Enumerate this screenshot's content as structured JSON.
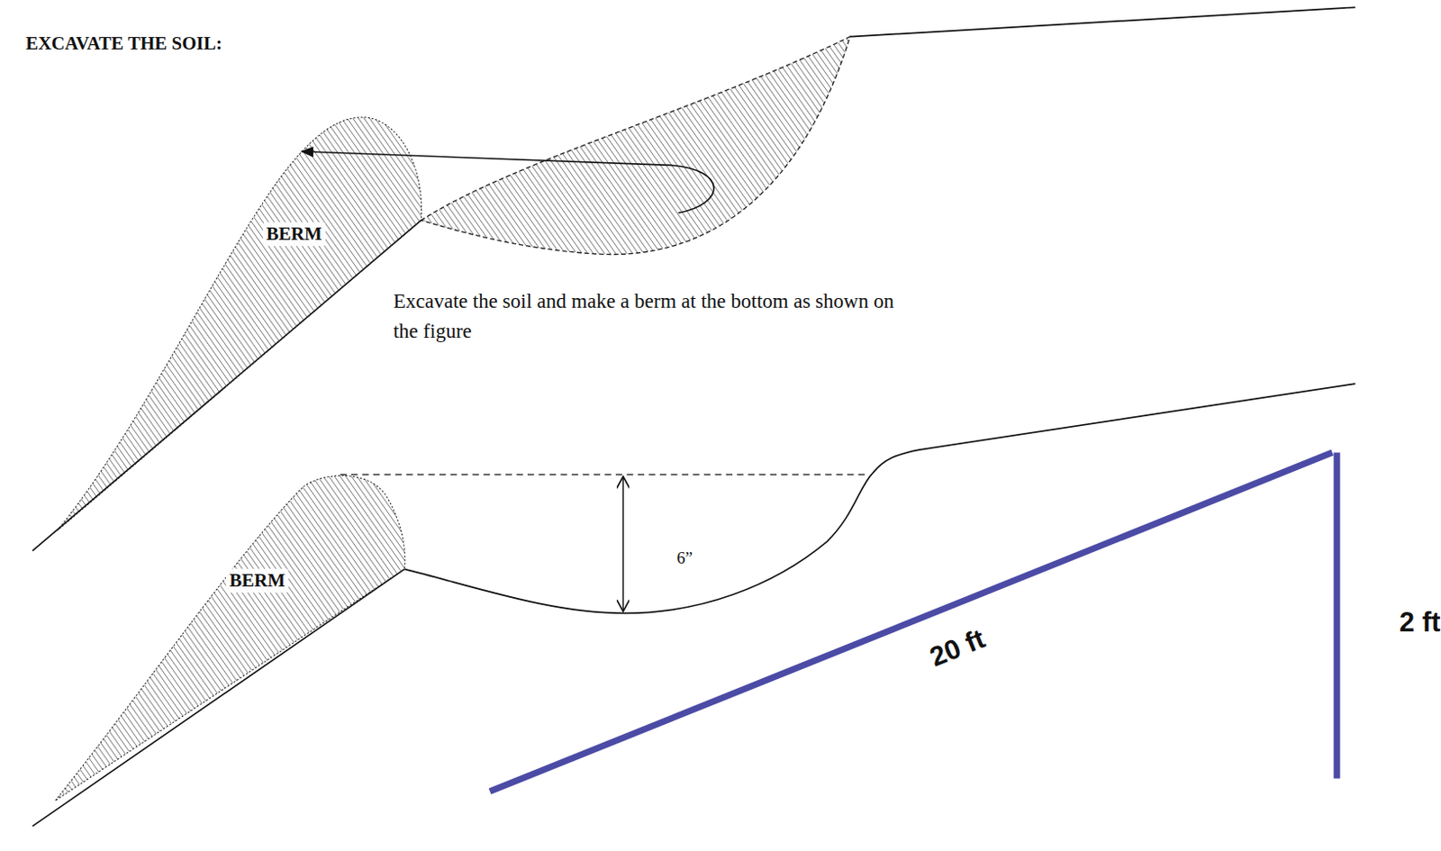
{
  "diagram": {
    "title": "EXCAVATE THE SOIL:",
    "nodes": [
      {
        "text": [
          "BERM"
        ]
      },
      {
        "text": [
          "BERM"
        ]
      }
    ],
    "labels": [
      "Excavate the soil and make a berm at the bottom as shown on the figure",
      "6”",
      "20 ft",
      "2 ft"
    ]
  }
}
